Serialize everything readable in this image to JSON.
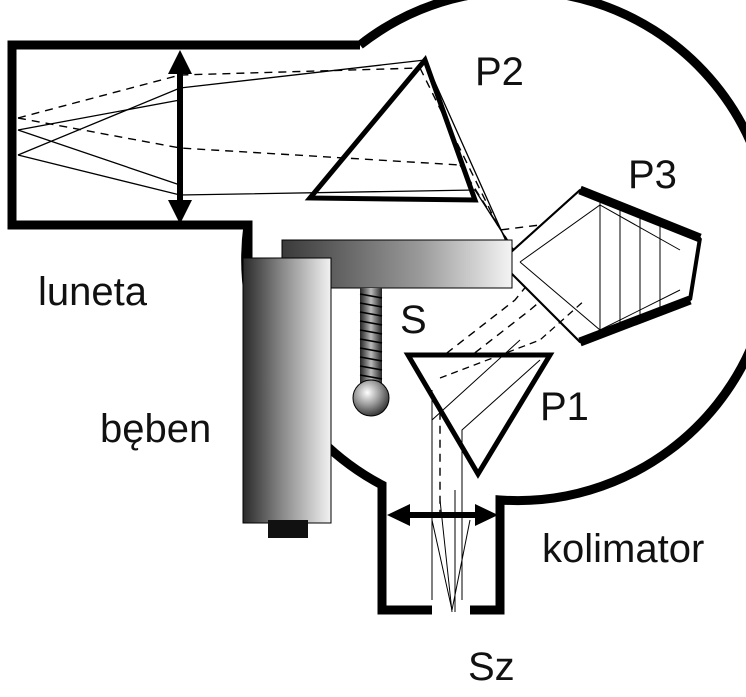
{
  "labels": {
    "luneta": "luneta",
    "beben": "bęben",
    "kolimator": "kolimator",
    "slit": "Sz",
    "spring": "S",
    "prism1": "P1",
    "prism2": "P2",
    "prism3": "P3"
  }
}
